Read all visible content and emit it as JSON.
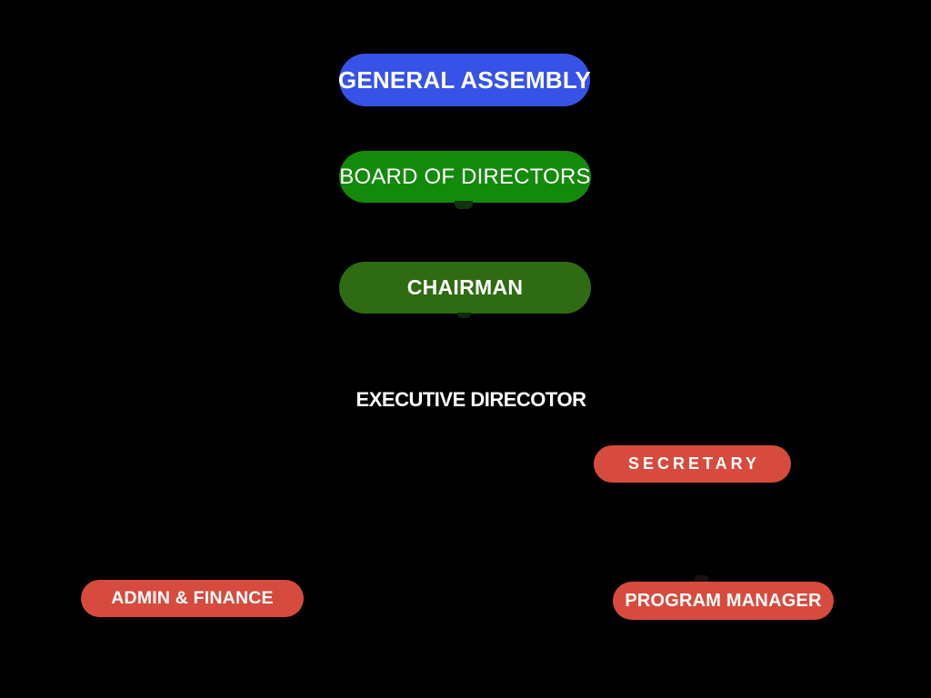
{
  "chart": {
    "type": "org-chart",
    "background": "#000000",
    "text_color": "#ffffff"
  },
  "nodes": {
    "general_assembly": {
      "label": "GENERAL ASSEMBLY",
      "color": "#3752e7"
    },
    "board_of_directors": {
      "label": "BOARD OF DIRECTORS",
      "color": "#148a0d"
    },
    "chairman": {
      "label": "CHAIRMAN",
      "color": "#2f6b12"
    },
    "executive_director": {
      "label": "EXECUTIVE DIRECOTOR",
      "color": "#000000"
    },
    "secretary": {
      "label": "SECRETARY",
      "color": "#d64b3d"
    },
    "admin_finance": {
      "label": "ADMIN & FINANCE",
      "color": "#d64b3d"
    },
    "program_manager": {
      "label": "PROGRAM MANAGER",
      "color": "#d64b3d"
    }
  }
}
